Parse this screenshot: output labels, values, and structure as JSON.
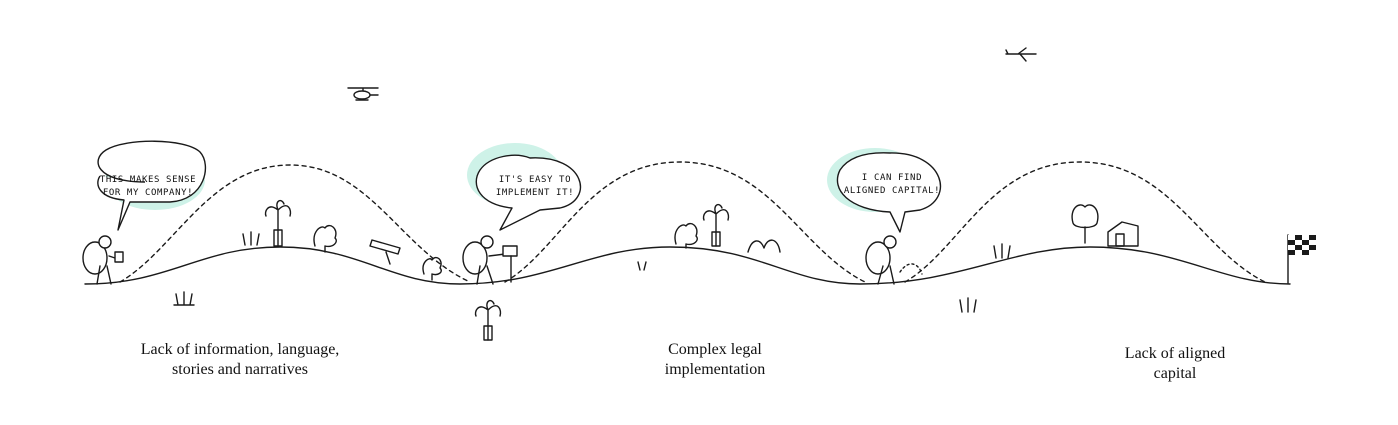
{
  "bubbles": [
    {
      "line1": "THIS MAKES SENSE",
      "line2": "FOR MY COMPANY!"
    },
    {
      "line1": "IT'S EASY TO",
      "line2": "IMPLEMENT IT!"
    },
    {
      "line1": "I CAN FIND",
      "line2": "ALIGNED CAPITAL!"
    }
  ],
  "barriers": [
    {
      "label": "Lack of information, language,\nstories and narratives"
    },
    {
      "label": "Complex legal\nimplementation"
    },
    {
      "label": "Lack of aligned\ncapital"
    }
  ],
  "colors": {
    "ink": "#1a1a1a",
    "bubble_highlight": "#c9f1e6",
    "text": "#111111"
  }
}
